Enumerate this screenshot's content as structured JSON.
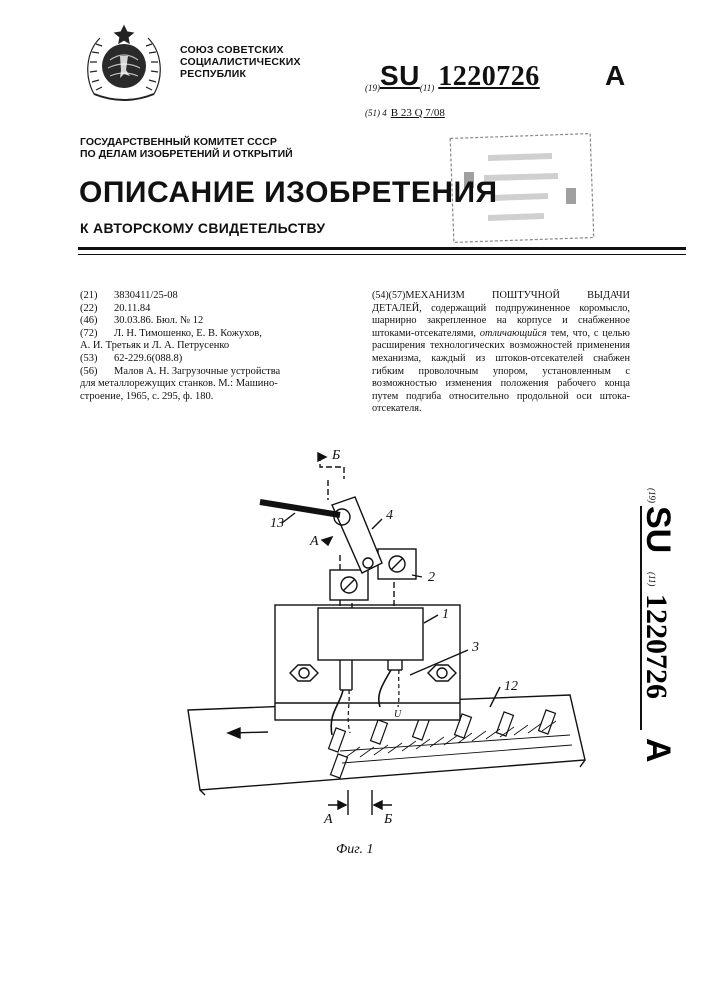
{
  "header": {
    "union_lines": [
      "СОЮЗ СОВЕТСКИХ",
      "СОЦИАЛИСТИЧЕСКИХ",
      "РЕСПУБЛИК"
    ],
    "pub_tag_country": "(19)",
    "pub_country": "SU",
    "pub_tag_number": "(11)",
    "pub_number": "1220726",
    "pub_kind": "A",
    "ipc_tag": "(51) 4",
    "ipc_code": "B 23 Q 7/08",
    "committee_lines": [
      "ГОСУДАРСТВЕННЫЙ КОМИТЕТ СССР",
      "ПО ДЕЛАМ ИЗОБРЕТЕНИЙ И ОТКРЫТИЙ"
    ],
    "title": "ОПИСАНИЕ ИЗОБРЕТЕНИЯ",
    "subtitle": "К АВТОРСКОМУ СВИДЕТЕЛЬСТВУ"
  },
  "biblio": [
    {
      "code": "(21)",
      "text": "3830411/25-08"
    },
    {
      "code": "(22)",
      "text": "20.11.84"
    },
    {
      "code": "(46)",
      "text": "30.03.86. Бюл. № 12"
    },
    {
      "code": "(72)",
      "text": "Л. Н. Тимошенко, Е. В. Кожухов,"
    },
    {
      "code": "",
      "text": "А. И. Третьяк и Л. А. Петрусенко"
    },
    {
      "code": "(53)",
      "text": "62-229.6(088.8)"
    },
    {
      "code": "(56)",
      "text": "Малов А. Н. Загрузочные устройства"
    },
    {
      "code": "",
      "text": "для металлорежущих станков. М.: Машино-"
    },
    {
      "code": "",
      "text": "строение, 1965, с. 295, ф. 180."
    }
  ],
  "abstract": {
    "tag": "(54)(57)",
    "title": "МЕХАНИЗМ ПОШТУЧНОЙ ВЫДАЧИ ДЕТАЛЕЙ,",
    "text_before": " содержащий подпружиненное коромысло, шарнирно закрепленное на корпусе и снабженное штоками-отсекателями, ",
    "em": "отличающийся",
    "text_after": " тем, что, с целью расширения технологических возможностей применения механизма, каждый из штоков-отсекателей снабжен гибким проволочным упором, установленным с возможностью изменения положения рабочего конца путем подгиба относительно продольной оси штока-отсекателя."
  },
  "side": {
    "tag_country": "(19)",
    "country": "SU",
    "tag_number": "(11)",
    "number": "1220726",
    "kind": "A"
  },
  "figure": {
    "caption": "Фиг. 1",
    "labels": {
      "l1": "1",
      "l2": "2",
      "l3": "3",
      "l4": "4",
      "l12": "12",
      "l13": "13",
      "sec_a_top": "А",
      "sec_b_top": "Б",
      "sec_a_bottom": "А",
      "sec_b_bottom": "Б",
      "valve_mark": "U"
    }
  }
}
